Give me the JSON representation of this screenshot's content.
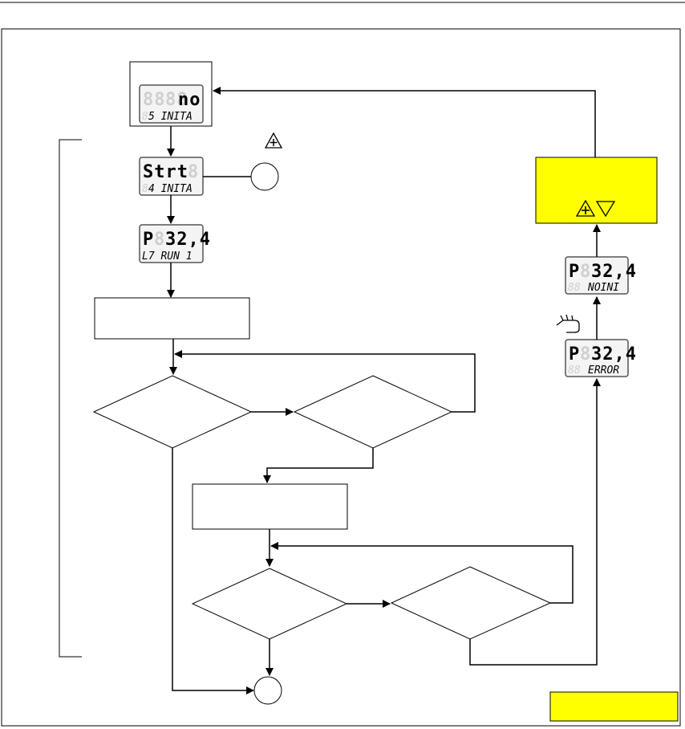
{
  "diagram": {
    "colors": {
      "line": "#000000",
      "highlight": "#ffff00",
      "lcd_border": "#555555",
      "lcd_ghost": "#cfcfcf"
    },
    "displays": [
      {
        "id": "display-s-inita",
        "ghost_top": "88",
        "top": "no",
        "sub_ghost": "8",
        "sub": "5 INITA"
      },
      {
        "id": "display-strt",
        "top": "Strt",
        "ghost_top_suffix": "8",
        "sub_ghost": "8",
        "sub": "4 INITA"
      },
      {
        "id": "display-run",
        "top": "P",
        "ghost_top": "8",
        "top_value": "32,4",
        "sub_ghost": "",
        "sub": "L7 RUN 1"
      },
      {
        "id": "display-noini",
        "top": "P",
        "ghost_top": "8",
        "top_value": "32,4",
        "sub_ghost": "88",
        "sub": "NOINI"
      },
      {
        "id": "display-error",
        "top": "P",
        "ghost_top": "8",
        "top_value": "32,4",
        "sub_ghost": "88",
        "sub": "ERROR"
      }
    ],
    "icons": [
      "plus-triangle-icon",
      "plus-down-triangle-icon",
      "hand-press-icon"
    ]
  }
}
